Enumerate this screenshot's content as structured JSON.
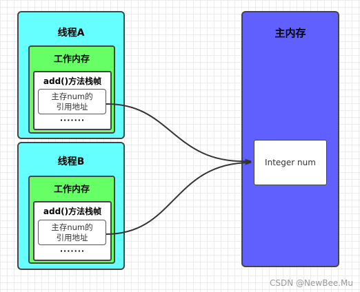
{
  "thread_a": {
    "title": "线程A",
    "working_memory": "工作内存",
    "stack_frame": "add()方法栈帧",
    "ref_line1": "主存num的",
    "ref_line2": "引用地址",
    "ellipsis": "·······"
  },
  "thread_b": {
    "title": "线程B",
    "working_memory": "工作内存",
    "stack_frame": "add()方法栈帧",
    "ref_line1": "主存num的",
    "ref_line2": "引用地址",
    "ellipsis": "·······"
  },
  "main_memory": {
    "title": "主内存",
    "object": "Integer num"
  },
  "watermark": "CSDN @NewBee.Mu",
  "colors": {
    "thread": "#66ffff",
    "working_memory": "#66ff66",
    "main_memory": "#6060ff",
    "arrow": "#333333"
  }
}
